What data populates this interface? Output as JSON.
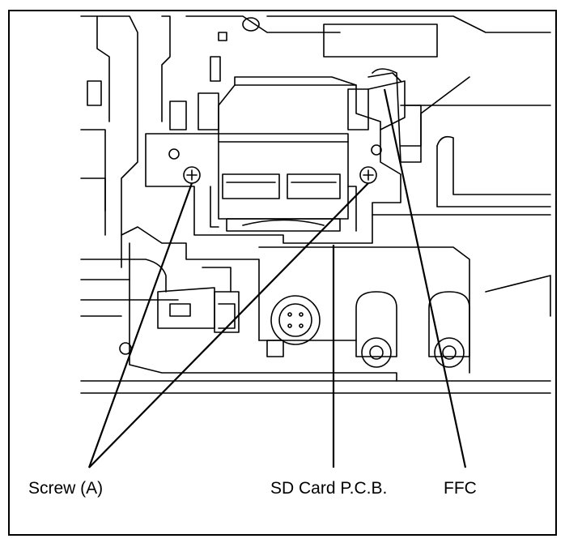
{
  "labels": {
    "screw": "Screw (A)",
    "sd_card_pcb": "SD Card P.C.B.",
    "ffc": "FFC"
  },
  "colors": {
    "line": "#000000",
    "background": "#ffffff"
  }
}
